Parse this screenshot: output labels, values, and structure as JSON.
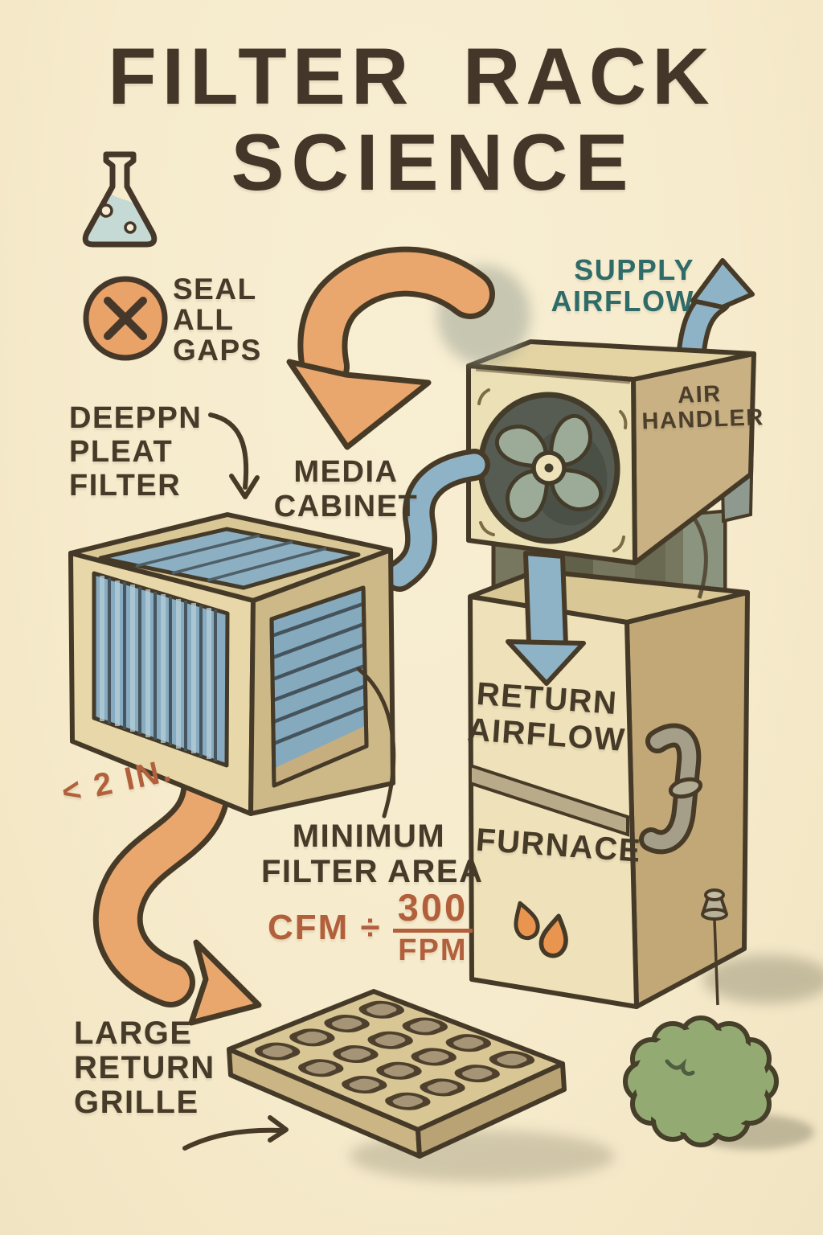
{
  "title": {
    "line1": "FILTER RACK",
    "line2": "SCIENCE"
  },
  "labels": {
    "seal_gaps": [
      "SEAL",
      "ALL",
      "GAPS"
    ],
    "supply_airflow": [
      "SUPPLY",
      "AIRFLOW"
    ],
    "deep_pleat": [
      "DEEPPN",
      "PLEAT",
      "FILTER"
    ],
    "media_cabinet": [
      "MEDIA",
      "CABINET"
    ],
    "air_handler": [
      "AIR",
      "HANDLER"
    ],
    "return_airflow": [
      "RETURN",
      "AIRFLOW"
    ],
    "furnace": "FURNACE",
    "gap_note": "< 2 IN.",
    "min_filter_area": [
      "MINIMUM",
      "FILTER AREA"
    ],
    "formula": {
      "lhs": "CFM ÷",
      "numerator": "300",
      "denominator": "FPM"
    },
    "large_return_grille": [
      "LARGE",
      "RETURN",
      "GRILLE"
    ]
  },
  "icons": {
    "flask": "flask-icon",
    "x_circle": "x-circle-icon",
    "fan": "fan-icon",
    "flames": "flame-icons",
    "supply_arrow": "supply-arrow-icon",
    "return_arrow": "return-arrow-icon"
  },
  "colors": {
    "paper": "#f6ebcc",
    "ink": "#463a28",
    "orange": "#eaa76d",
    "blue": "#8fb3c6",
    "teal": "#2f6b68",
    "rust": "#b2603c",
    "cabinet_tan": "#e7d7a9",
    "bush_green": "#93aa72"
  }
}
